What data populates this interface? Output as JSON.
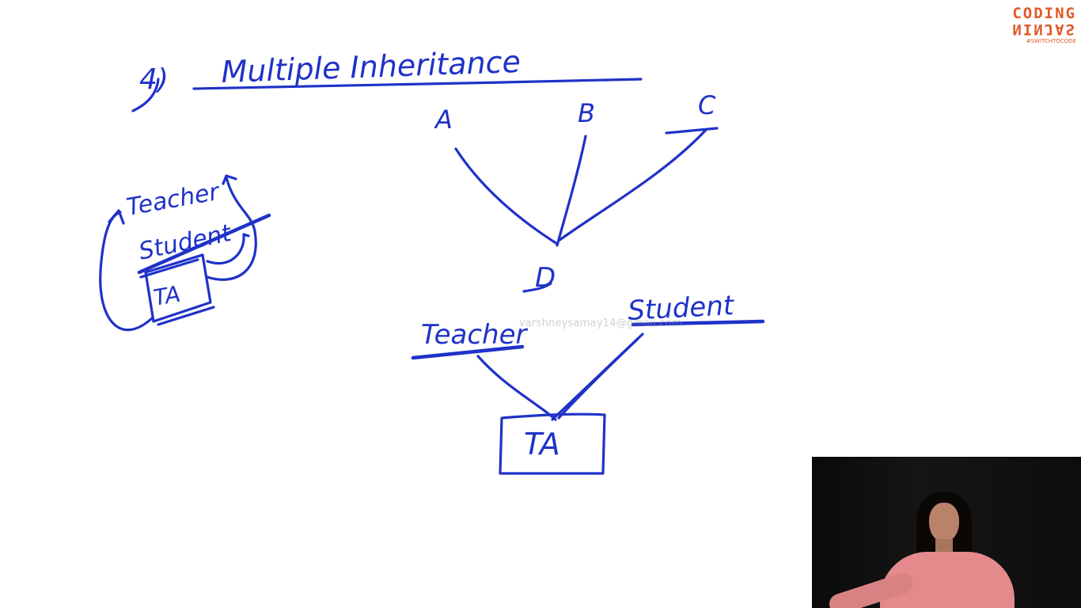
{
  "heading": {
    "number": "4)",
    "title": "Multiple Inheritance"
  },
  "abcd_diagram": {
    "a": "A",
    "b": "B",
    "c": "C",
    "d": "D"
  },
  "left_sketch": {
    "top": "Teacher",
    "middle": "Student",
    "bottom": "TA"
  },
  "bottom_diagram": {
    "parent_left": "Teacher",
    "parent_right": "Student",
    "child": "TA"
  },
  "watermark": "varshneysamay14@gmail.com",
  "logo": {
    "line1": "CODING",
    "line2": "NINJAS",
    "tagline": "#SWITCHTOCODE",
    "color": "#e05a2a"
  },
  "ink_color": "#1f32c8"
}
